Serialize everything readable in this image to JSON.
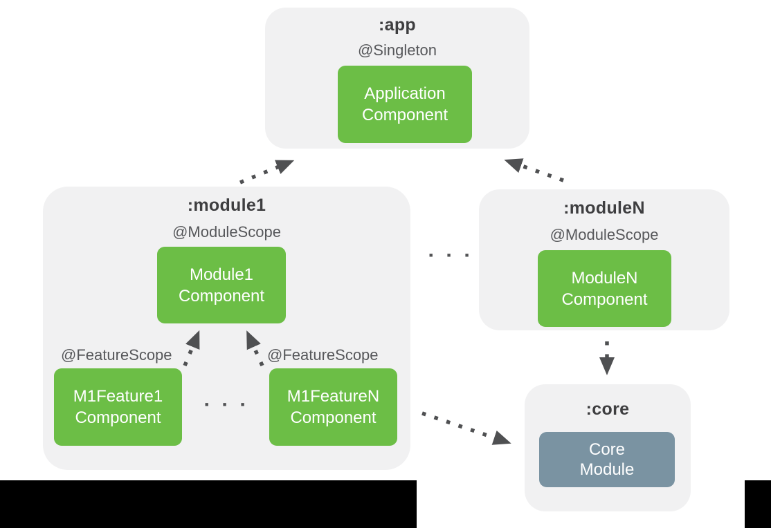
{
  "colors": {
    "background": "#ffffff",
    "container_fill": "#f1f1f2",
    "component_green": "#6cbe46",
    "core_blue_gray": "#7a93a2",
    "title_text": "#3e3e40",
    "annotation_text": "#56575a",
    "component_text": "#ffffff",
    "arrow": "#4f5052",
    "letterbox": "#000000"
  },
  "app": {
    "title": ":app",
    "scope": "@Singleton",
    "component_line1": "Application",
    "component_line2": "Component"
  },
  "module1": {
    "title": ":module1",
    "scope": "@ModuleScope",
    "component_line1": "Module1",
    "component_line2": "Component",
    "feature1": {
      "scope": "@FeatureScope",
      "component_line1": "M1Feature1",
      "component_line2": "Component"
    },
    "featureN": {
      "scope": "@FeatureScope",
      "component_line1": "M1FeatureN",
      "component_line2": "Component"
    },
    "features_ellipsis": "■ ■ ■"
  },
  "moduleN": {
    "title": ":moduleN",
    "scope": "@ModuleScope",
    "component_line1": "ModuleN",
    "component_line2": "Component"
  },
  "core": {
    "title": ":core",
    "component_line1": "Core",
    "component_line2": "Module"
  },
  "modules_ellipsis": "■ ■ ■"
}
